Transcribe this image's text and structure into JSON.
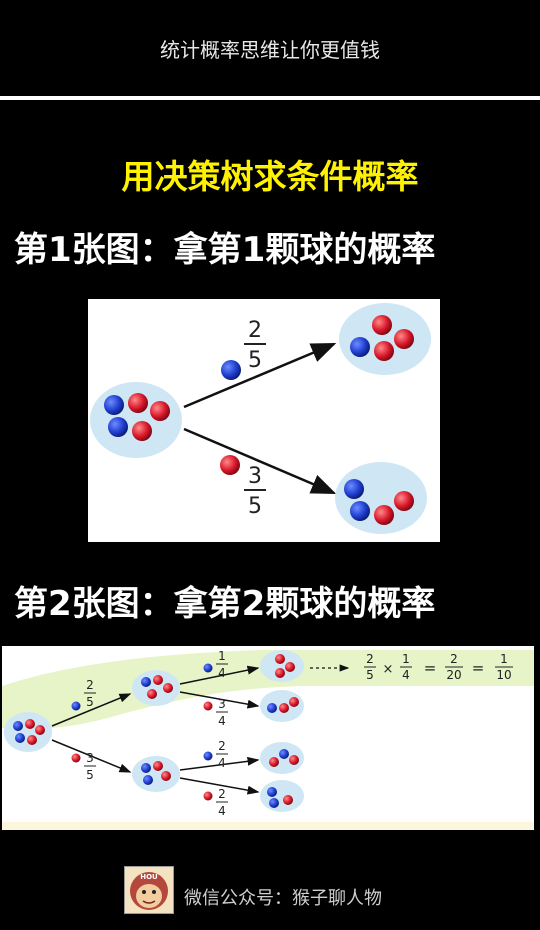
{
  "header": {
    "title": "统计概率思维让你更值钱"
  },
  "main_title": "用决策树求条件概率",
  "section1": {
    "title": "第1张图：拿第1颗球的概率"
  },
  "section2": {
    "title": "第2张图：拿第2颗球的概率"
  },
  "figure1": {
    "top_branch": {
      "numerator": "2",
      "denominator": "5"
    },
    "bottom_branch": {
      "numerator": "3",
      "denominator": "5"
    }
  },
  "figure2": {
    "level1_top": {
      "numerator": "2",
      "denominator": "5"
    },
    "level1_bottom": {
      "numerator": "3",
      "denominator": "5"
    },
    "level2": [
      {
        "numerator": "1",
        "denominator": "4"
      },
      {
        "numerator": "3",
        "denominator": "4"
      },
      {
        "numerator": "2",
        "denominator": "4"
      },
      {
        "numerator": "2",
        "denominator": "4"
      }
    ],
    "equation": {
      "f1": {
        "numerator": "2",
        "denominator": "5"
      },
      "times": "×",
      "f2": {
        "numerator": "1",
        "denominator": "4"
      },
      "eq1": "=",
      "f3": {
        "numerator": "2",
        "denominator": "20"
      },
      "eq2": "=",
      "f4": {
        "numerator": "1",
        "denominator": "10"
      }
    }
  },
  "footer": {
    "text": "微信公众号：猴子聊人物",
    "avatar_label": "HOU"
  },
  "colors": {
    "blue_ball": "#1f3fd0",
    "red_ball": "#d8182a",
    "bubble": "#cfe6f4",
    "highlight": "#e6f4c8",
    "yellow_title": "#fff200"
  }
}
